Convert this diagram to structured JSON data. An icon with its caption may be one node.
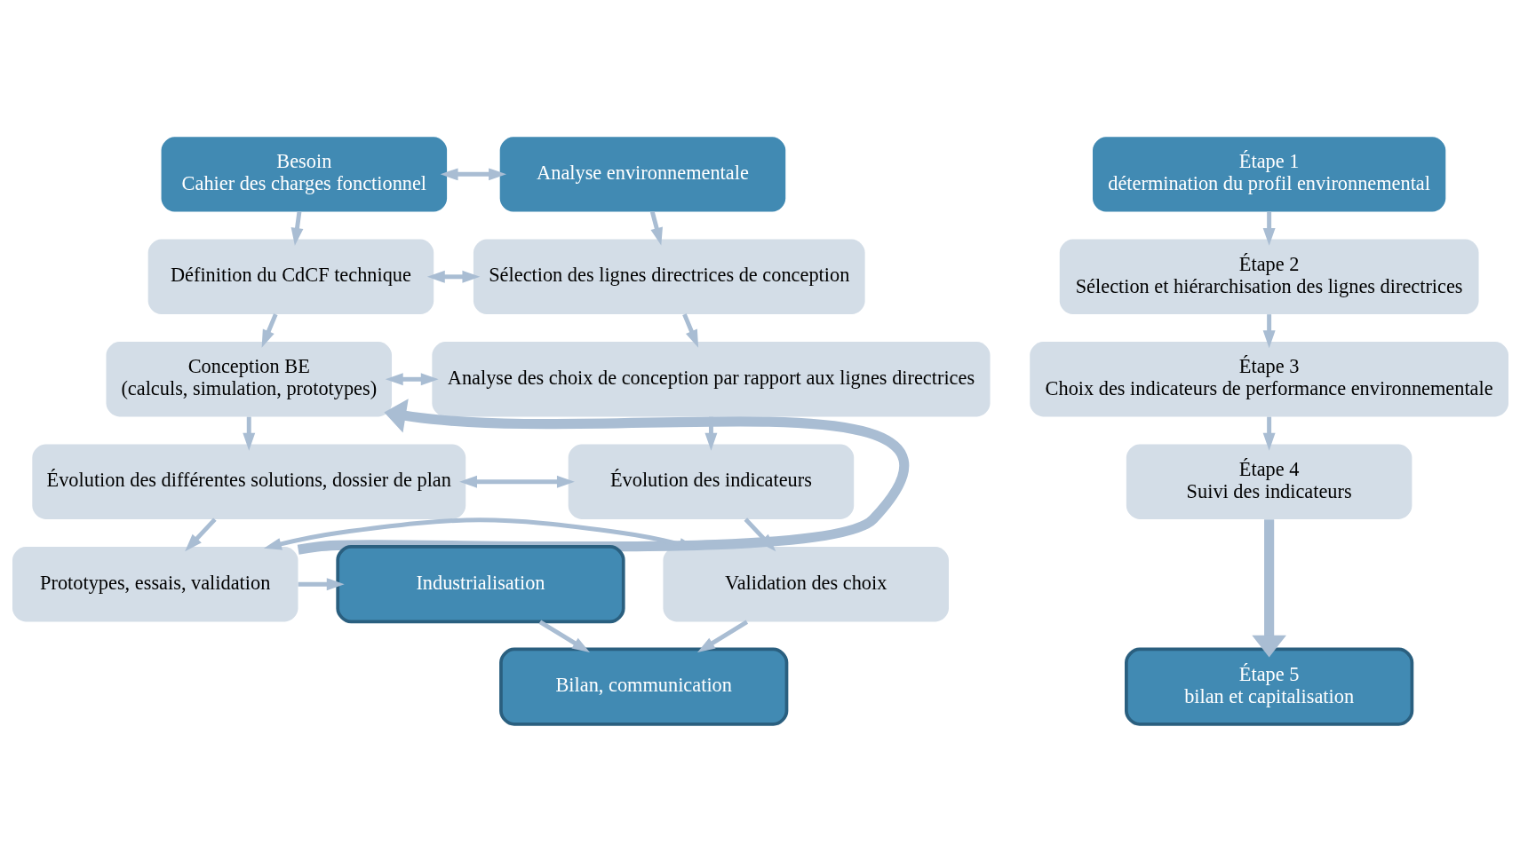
{
  "diagram": {
    "nodes": [
      {
        "text": [
          "Besoin",
          "Cahier des charges fonctionnel"
        ]
      },
      {
        "text": [
          "Analyse environnementale"
        ]
      },
      {
        "text": [
          "Étape 1",
          "détermination du profil environnemental"
        ]
      },
      {
        "text": [
          "Définition du CdCF technique"
        ]
      },
      {
        "text": [
          "Sélection des lignes directrices de conception"
        ]
      },
      {
        "text": [
          "Étape 2",
          "Sélection et hiérarchisation des lignes directrices"
        ]
      },
      {
        "text": [
          "Conception BE",
          "(calculs, simulation, prototypes)"
        ]
      },
      {
        "text": [
          "Analyse des choix de conception par rapport aux lignes directrices"
        ]
      },
      {
        "text": [
          "Étape 3",
          "Choix des indicateurs de performance environnementale"
        ]
      },
      {
        "text": [
          "Évolution des différentes solutions, dossier de plan"
        ]
      },
      {
        "text": [
          "Évolution des indicateurs"
        ]
      },
      {
        "text": [
          "Étape 4",
          "Suivi des indicateurs"
        ]
      },
      {
        "text": [
          "Prototypes, essais, validation"
        ]
      },
      {
        "text": [
          "Validation des choix"
        ]
      },
      {
        "text": [
          "Industrialisation"
        ]
      },
      {
        "text": [
          "Bilan, communication"
        ]
      },
      {
        "text": [
          "Étape 5",
          "bilan et capitalisation"
        ]
      }
    ],
    "edges": [
      {
        "from": 0,
        "to": 1,
        "arrow": "both"
      },
      {
        "from": 0,
        "to": 3,
        "arrow": "to"
      },
      {
        "from": 1,
        "to": 4,
        "arrow": "to"
      },
      {
        "from": 2,
        "to": 5,
        "arrow": "to"
      },
      {
        "from": 3,
        "to": 4,
        "arrow": "both"
      },
      {
        "from": 3,
        "to": 6,
        "arrow": "to"
      },
      {
        "from": 4,
        "to": 7,
        "arrow": "to"
      },
      {
        "from": 5,
        "to": 8,
        "arrow": "to"
      },
      {
        "from": 6,
        "to": 7,
        "arrow": "both"
      },
      {
        "from": 6,
        "to": 9,
        "arrow": "to"
      },
      {
        "from": 7,
        "to": 10,
        "arrow": "to"
      },
      {
        "from": 8,
        "to": 11,
        "arrow": "to"
      },
      {
        "from": 9,
        "to": 10,
        "arrow": "both"
      },
      {
        "from": 9,
        "to": 12,
        "arrow": "to"
      },
      {
        "from": 10,
        "to": 13,
        "arrow": "to"
      },
      {
        "from": 12,
        "to": 13,
        "arrow": "both"
      },
      {
        "from": 12,
        "to": 6,
        "arrow": "to",
        "style": "thick"
      },
      {
        "from": 11,
        "to": 16,
        "arrow": "to",
        "style": "thick"
      },
      {
        "from": 12,
        "to": 14,
        "arrow": "to"
      },
      {
        "from": 13,
        "to": 15,
        "arrow": "to"
      },
      {
        "from": 14,
        "to": 15,
        "arrow": "to"
      }
    ]
  }
}
